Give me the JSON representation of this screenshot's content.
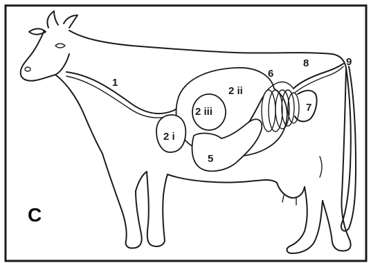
{
  "panel_letter": "C",
  "labels": {
    "esophagus": "1",
    "reticulum": "2 i",
    "rumen": "2 ii",
    "omasum": "2 iii",
    "abomasum": "5",
    "small_intestine": "6",
    "large_intestine": "7",
    "rectum": "8",
    "anus": "9"
  },
  "colors": {
    "line": "#1a1a1a",
    "background": "#ffffff"
  }
}
